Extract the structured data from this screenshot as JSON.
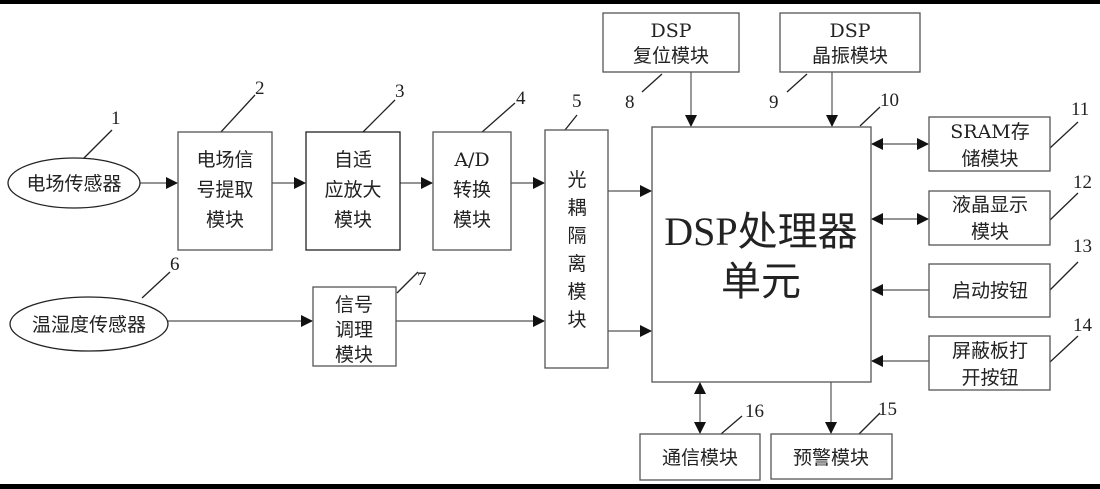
{
  "blocks": {
    "b1": {
      "num": "1",
      "lines": [
        "电场传感器"
      ]
    },
    "b2": {
      "num": "2",
      "lines": [
        "电场信",
        "号提取",
        "模块"
      ]
    },
    "b3": {
      "num": "3",
      "lines": [
        "自适",
        "应放大",
        "模块"
      ]
    },
    "b4": {
      "num": "4",
      "lines": [
        "A/D",
        "转换",
        "模块"
      ]
    },
    "b5": {
      "num": "5",
      "lines": [
        "光",
        "耦",
        "隔",
        "离",
        "模",
        "块"
      ]
    },
    "b6": {
      "num": "6",
      "lines": [
        "温湿度传感器"
      ]
    },
    "b7": {
      "num": "7",
      "lines": [
        "信号",
        "调理",
        "模块"
      ]
    },
    "b8": {
      "num": "8",
      "lines": [
        "DSP",
        "复位模块"
      ]
    },
    "b9": {
      "num": "9",
      "lines": [
        "DSP",
        "晶振模块"
      ]
    },
    "b10": {
      "num": "10",
      "lines": [
        "DSP处理器",
        "单元"
      ]
    },
    "b11": {
      "num": "11",
      "lines": [
        "SRAM存",
        "储模块"
      ]
    },
    "b12": {
      "num": "12",
      "lines": [
        "液晶显示",
        "模块"
      ]
    },
    "b13": {
      "num": "13",
      "lines": [
        "启动按钮"
      ]
    },
    "b14": {
      "num": "14",
      "lines": [
        "屏蔽板打",
        "开按钮"
      ]
    },
    "b15": {
      "num": "15",
      "lines": [
        "预警模块"
      ]
    },
    "b16": {
      "num": "16",
      "lines": [
        "通信模块"
      ]
    }
  },
  "colors": {
    "frame": "#000000",
    "line": "#555555",
    "text": "#222222"
  }
}
